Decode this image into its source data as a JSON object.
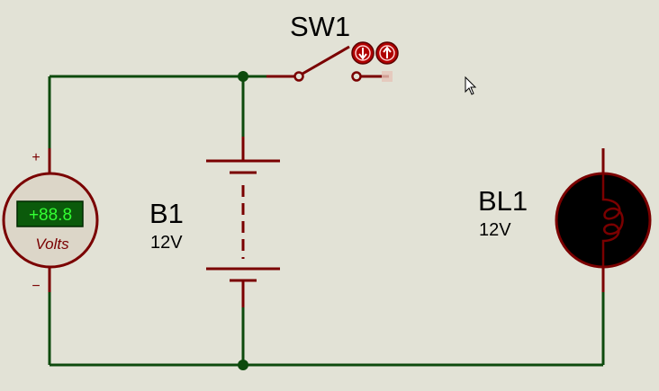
{
  "schematic": {
    "switch": {
      "ref": "SW1",
      "state": "open"
    },
    "battery": {
      "ref": "B1",
      "value": "12V"
    },
    "lamp": {
      "ref": "BL1",
      "value": "12V"
    },
    "voltmeter": {
      "reading": "+88.8",
      "unit": "Volts",
      "plus_sign": "+",
      "minus_sign": "−"
    }
  },
  "colors": {
    "background": "#e2e2d6",
    "wire": "#0d4a0d",
    "component": "#7a0000",
    "meter_body": "#dcd6c8",
    "lcd": "#0b5a0b",
    "lcd_text": "#33ff33",
    "lamp_fill": "#000000",
    "switch_button": "#b00000"
  }
}
